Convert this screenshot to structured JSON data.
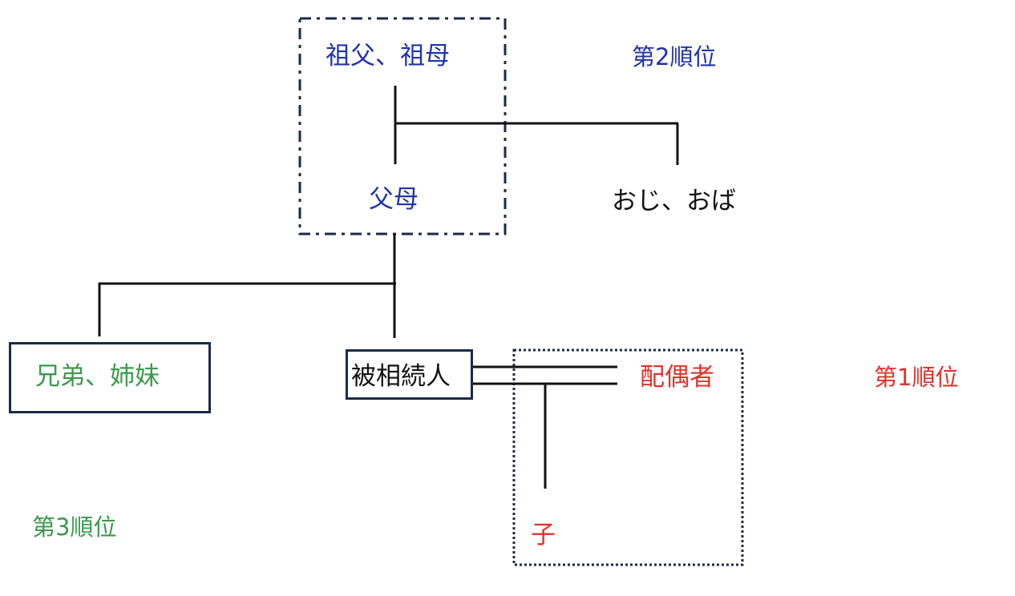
{
  "colors": {
    "blue": "#2233aa",
    "red": "#e0322b",
    "green": "#3a9a4c",
    "black": "#111111",
    "navy_border": "#1c2a47"
  },
  "nodes": {
    "grandparents": "祖父、祖母",
    "parents": "父母",
    "uncles_aunts": "おじ、おば",
    "siblings": "兄弟、姉妹",
    "deceased": "被相続人",
    "spouse": "配偶者",
    "child": "子"
  },
  "ranks": {
    "rank1": "第1順位",
    "rank2": "第2順位",
    "rank3": "第3順位"
  }
}
